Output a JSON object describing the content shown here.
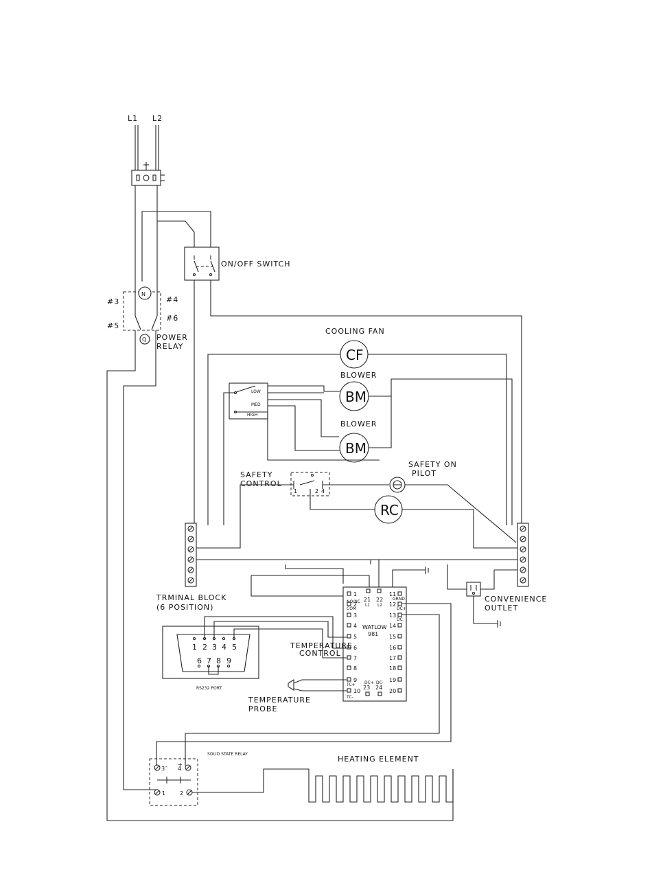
{
  "labels": {
    "l1": "L1",
    "l2": "L2",
    "on_off_switch": "ON/OFF SWITCH",
    "relay_pin3": "#3",
    "relay_pin4": "#4",
    "relay_pin5": "#5",
    "relay_pin6": "#6",
    "power_relay_1": "POWER",
    "power_relay_2": "RELAY",
    "cooling_fan": "COOLING FAN",
    "cooling_fan_symbol": "CF",
    "blower_1": "BLOWER",
    "blower_2": "BLOWER",
    "blower_symbol": "BM",
    "speed_low": "LOW",
    "speed_med": "MED",
    "speed_high": "HIGH",
    "safety_control_1": "SAFETY",
    "safety_control_2": "CONTROL",
    "safety_on_1": "SAFETY ON",
    "safety_on_2": "PILOT",
    "rc_symbol": "RC",
    "terminal_block_1": "TRMINAL BLOCK",
    "terminal_block_2": "(6 POSITION)",
    "rs232_port": "RS232 PORT",
    "temperature_control_1": "TEMPERATURE",
    "temperature_control_2": "CONTROL",
    "watlow_1": "WATLOW",
    "watlow_2": "981",
    "temperature_probe_1": "TEMPERATURE",
    "temperature_probe_2": "PROBE",
    "convenience_outlet_1": "CONVENIENCE",
    "convenience_outlet_2": "OUTLET",
    "solid_state_relay": "SOLID STATE RELAY",
    "heating_element": "HEATING ELEMENT"
  },
  "db9_pins_top": [
    "1",
    "2",
    "3",
    "4",
    "5"
  ],
  "db9_pins_bottom": [
    "6",
    "7",
    "8",
    "9"
  ],
  "safety_control_pins": [
    "1",
    "2",
    "4"
  ],
  "watlow_left_pins": [
    "1",
    "2",
    "3",
    "4",
    "5",
    "6",
    "7",
    "8",
    "9",
    "10"
  ],
  "watlow_right_pins": [
    "11",
    "12",
    "13",
    "14",
    "15",
    "16",
    "17",
    "18",
    "19",
    "20"
  ],
  "watlow_left_sublabels": [
    "NO/NC",
    "COM",
    "TC+",
    "TC-"
  ],
  "watlow_top_pins": [
    "21",
    "22"
  ],
  "watlow_top_sublabels": [
    "L1",
    "L2"
  ],
  "watlow_bottom_pins": [
    "23",
    "24"
  ],
  "watlow_bottom_sublabels": [
    "DC+",
    "DC-"
  ],
  "watlow_right_sublabels": [
    "GRND",
    "DC+",
    "DC"
  ],
  "ssr_pins": [
    "3",
    "4",
    "1",
    "2"
  ],
  "ssr_pin4_sign": "+",
  "ssr_pin3_sign": "-"
}
